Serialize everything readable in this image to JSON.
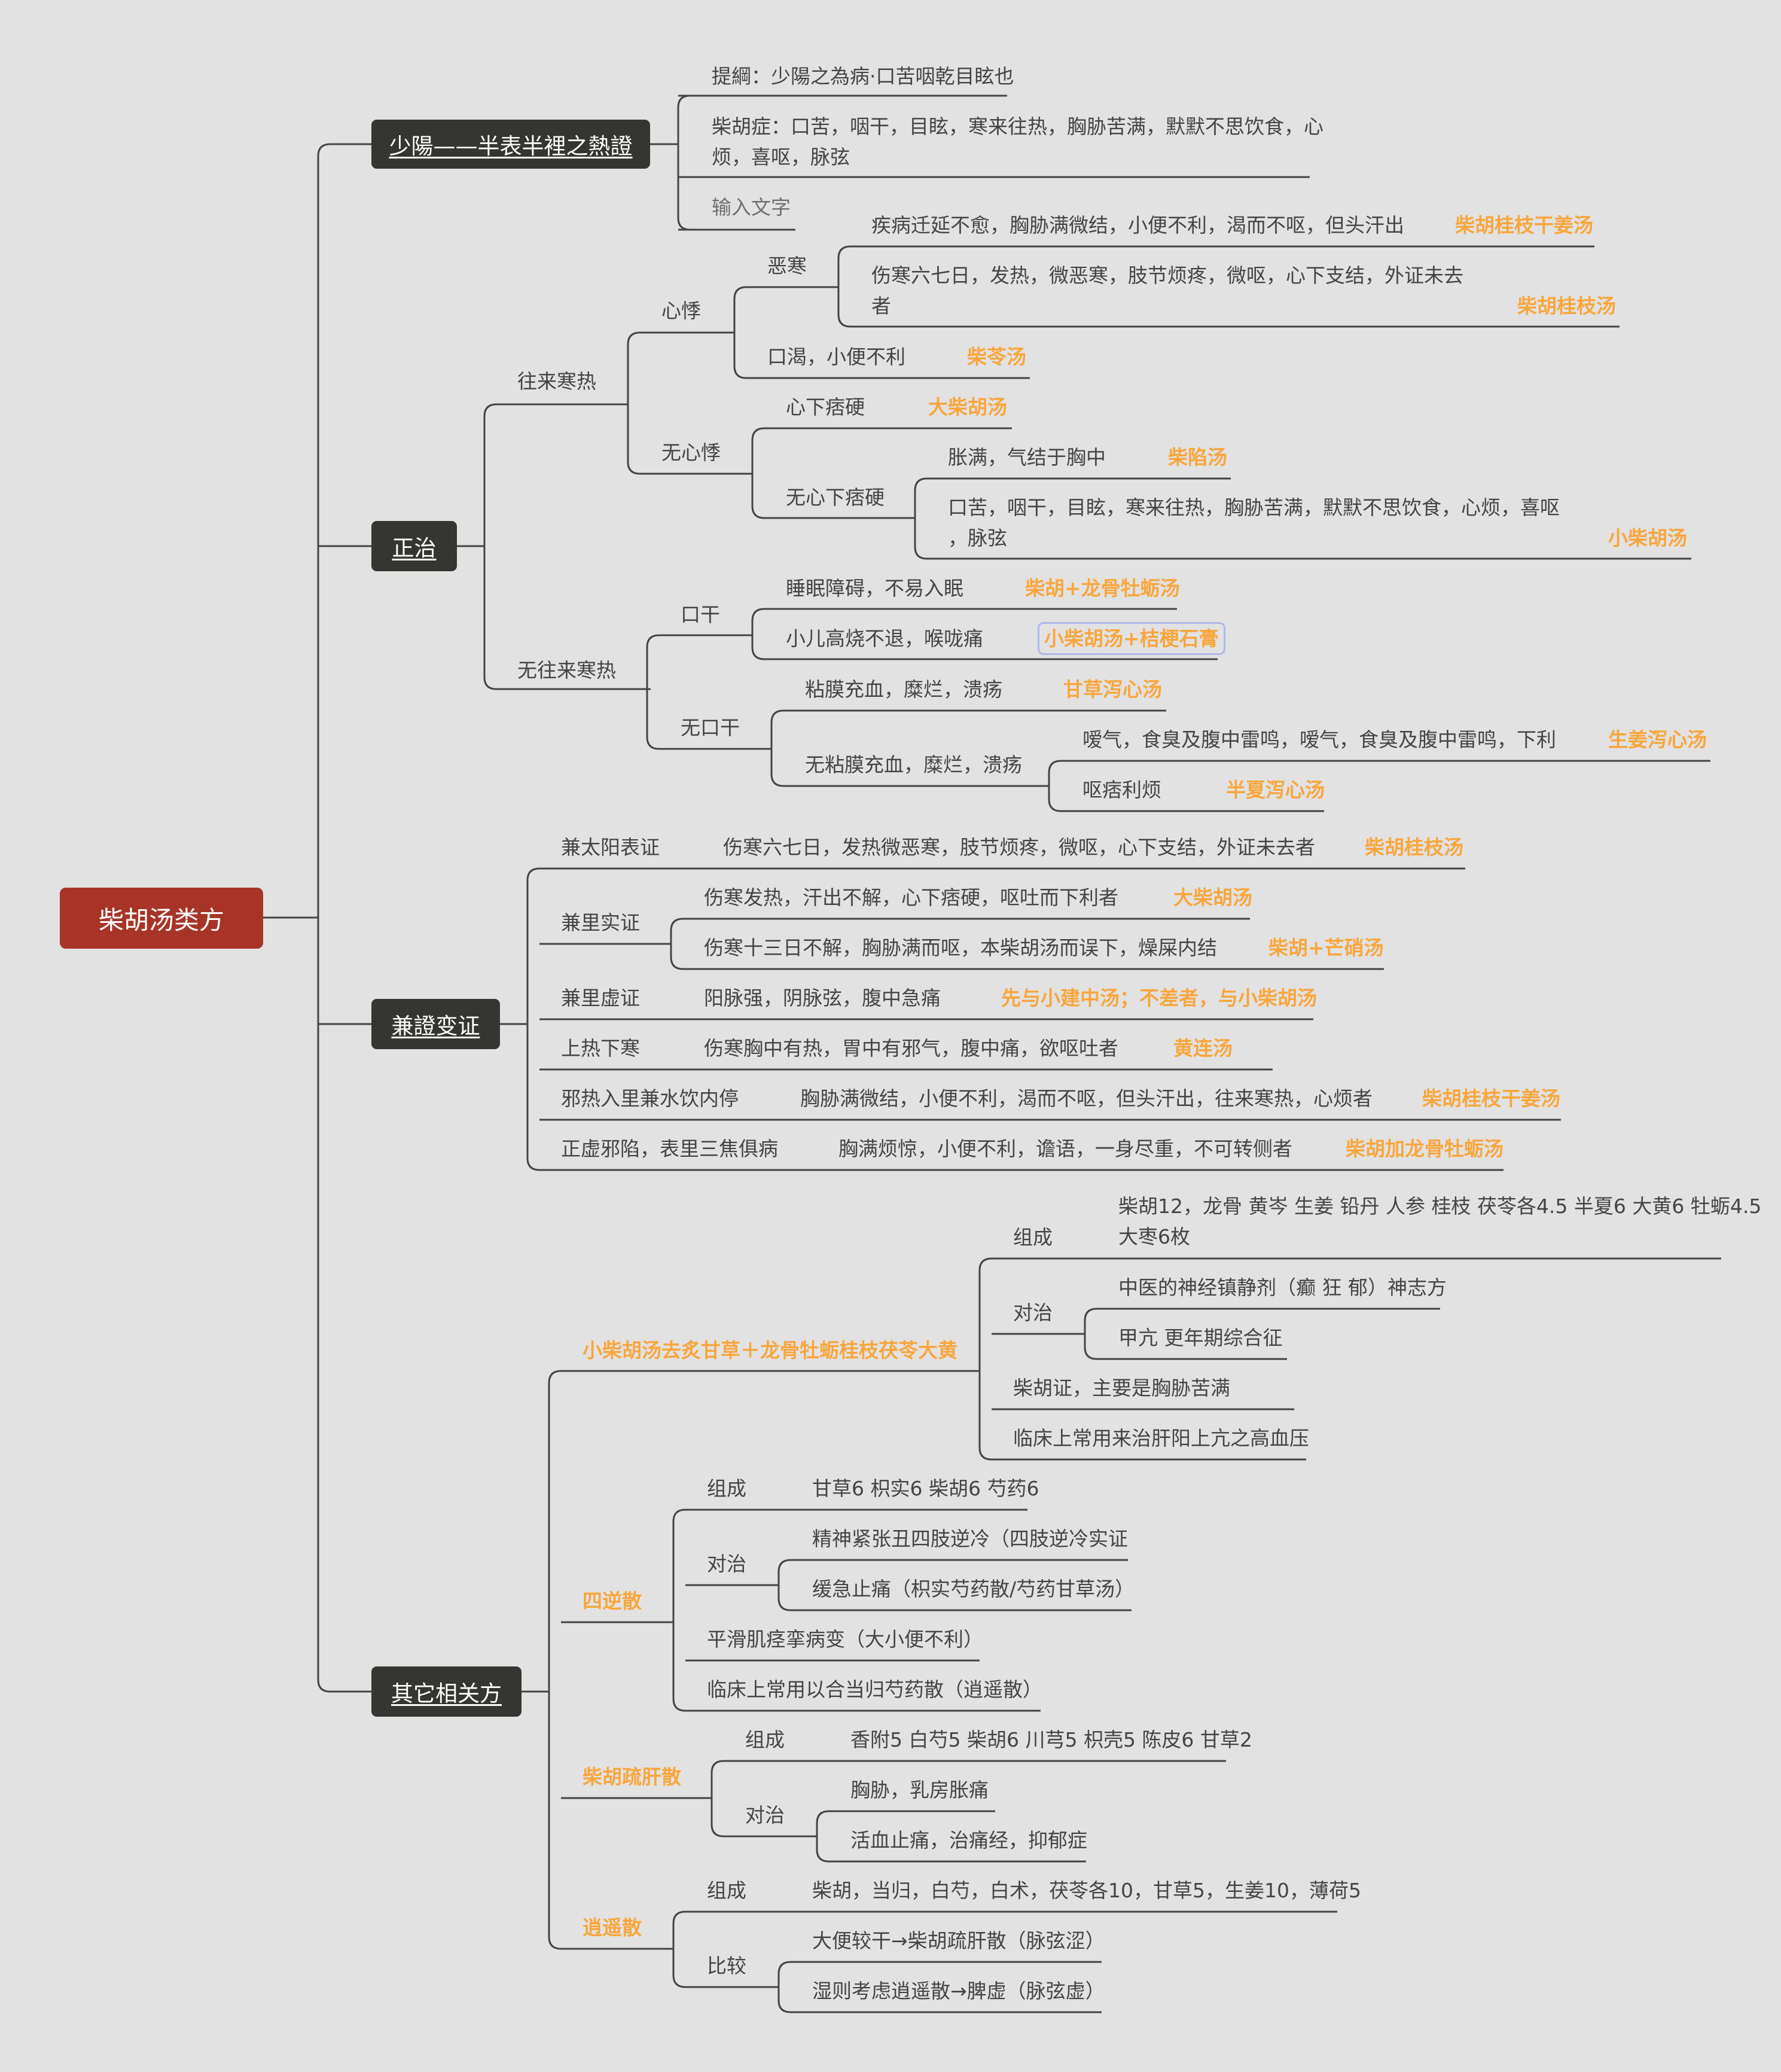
{
  "colors": {
    "background": "#e2e2e2",
    "root": "#a83427",
    "branch": "#353532",
    "formula": "#f9a53b",
    "text": "#444444",
    "line": "#444444"
  },
  "root": "柴胡汤类方",
  "branches": {
    "shaoyang": "少陽——半表半裡之熱證",
    "zhengzhi": "正治",
    "jianzheng": "兼證变证",
    "qita": "其它相关方"
  },
  "shaoyang": {
    "tigang": "提綱：少陽之為病·口苦咽乾目眩也",
    "chaihu_l1": "柴胡症：口苦，咽干，目眩，寒来往热，胸胁苦满，默默不思饮食，心",
    "chaihu_l2": "烦，喜呕，脉弦",
    "input": "输入文字"
  },
  "zhengzhi": {
    "wanglai": "往来寒热",
    "xinji": "心悸",
    "wuhan": "恶寒",
    "ji1": "疾病迁延不愈，胸胁满微结，小便不利，渴而不呕，但头汗出",
    "ji1_f": "柴胡桂枝干姜汤",
    "shang_l1": "伤寒六七日，发热，微恶寒，肢节烦疼，微呕，心下支结，外证未去",
    "shang_l2": "者",
    "shang_f": "柴胡桂枝汤",
    "kouke": "口渴，小便不利",
    "kouke_f": "柴苓汤",
    "wuxinji": "无心悸",
    "xinxia": "心下痞硬",
    "xinxia_f": "大柴胡汤",
    "wuxinxia": "无心下痞硬",
    "zhang": "胀满，气结于胸中",
    "zhang_f": "柴陷汤",
    "kouku_l1": "口苦，咽干，目眩，寒来往热，胸胁苦满，默默不思饮食，心烦，喜呕",
    "kouku_l2": "，脉弦",
    "kouku_f": "小柴胡汤",
    "wuwanglai": "无往来寒热",
    "kougan": "口干",
    "shuimian": "睡眠障碍，不易入眠",
    "shuimian_f": "柴胡+龙骨牡蛎汤",
    "xiaoer": "小儿高烧不退，喉咙痛",
    "xiaoer_f": "小柴胡汤+桔梗石膏",
    "wukougan": "无口干",
    "nian": "粘膜充血，糜烂，溃疡",
    "nian_f": "甘草泻心汤",
    "wunian": "无粘膜充血，糜烂，溃疡",
    "aiqi": "嗳气，食臭及腹中雷鸣，嗳气，食臭及腹中雷鸣，下利",
    "aiqi_f": "生姜泻心汤",
    "oupi": "呕痞利烦",
    "oupi_f": "半夏泻心汤"
  },
  "jianzheng": {
    "taiyang": "兼太阳表证",
    "taiyang_d": "伤寒六七日，发热微恶寒，肢节烦疼，微呕，心下支结，外证未去者",
    "taiyang_f": "柴胡桂枝汤",
    "lishi": "兼里实证",
    "lishi_d1": "伤寒发热，汗出不解，心下痞硬，呕吐而下利者",
    "lishi_f1": "大柴胡汤",
    "lishi_d2": "伤寒十三日不解，胸胁满而呕，本柴胡汤而误下，燥屎内结",
    "lishi_f2": "柴胡+芒硝汤",
    "lixu": "兼里虚证",
    "lixu_d": "阳脉强，阴脉弦，腹中急痛",
    "lixu_f": "先与小建中汤；不差者，与小柴胡汤",
    "shangre": "上热下寒",
    "shangre_d": "伤寒胸中有热，胃中有邪气，腹中痛，欲呕吐者",
    "shangre_f": "黄连汤",
    "xiere": "邪热入里兼水饮内停",
    "xiere_d": "胸胁满微结，小便不利，渴而不呕，但头汗出，往来寒热，心烦者",
    "xiere_f": "柴胡桂枝干姜汤",
    "zhengxu": "正虚邪陷，表里三焦俱病",
    "zhengxu_d": "胸满烦惊，小便不利，谵语，一身尽重，不可转侧者",
    "zhengxu_f": "柴胡加龙骨牡蛎汤"
  },
  "qita": {
    "f1": "小柴胡汤去炙甘草＋龙骨牡蛎桂枝茯苓大黄",
    "f1_zucheng": "组成",
    "f1_zc_l1": "柴胡12，龙骨 黄岑 生姜 铅丹 人参 桂枝 茯苓各4.5 半夏6 大黄6 牡蛎4.5",
    "f1_zc_l2": "大枣6枚",
    "f1_duizhi": "对治",
    "f1_dz1": "中医的神经镇静剂（癫 狂 郁）神志方",
    "f1_dz2": "甲亢 更年期综合征",
    "f1_c3": "柴胡证，主要是胸胁苦满",
    "f1_c4": "临床上常用来治肝阳上亢之高血压",
    "f2": "四逆散",
    "f2_zucheng": "组成",
    "f2_zc": "甘草6 枳实6 柴胡6 芍药6",
    "f2_duizhi": "对治",
    "f2_dz1": "精神紧张丑四肢逆冷（四肢逆冷实证",
    "f2_dz2": "缓急止痛（枳实芍药散/芍药甘草汤）",
    "f2_c3": "平滑肌痉挛病变（大小便不利）",
    "f2_c4": "临床上常用以合当归芍药散（逍遥散）",
    "f3": "柴胡疏肝散",
    "f3_zucheng": "组成",
    "f3_zc": "香附5 白芍5 柴胡6 川芎5 枳壳5 陈皮6 甘草2",
    "f3_duizhi": "对治",
    "f3_dz1": "胸胁，乳房胀痛",
    "f3_dz2": "活血止痛，治痛经，抑郁症",
    "f4": "逍遥散",
    "f4_zucheng": "组成",
    "f4_zc": "柴胡，当归，白芍，白术，茯苓各10，甘草5，生姜10，薄荷5",
    "f4_bijiao": "比较",
    "f4_bj1": "大便较干→柴胡疏肝散（脉弦涩）",
    "f4_bj2": "湿则考虑逍遥散→脾虚（脉弦虚）"
  }
}
